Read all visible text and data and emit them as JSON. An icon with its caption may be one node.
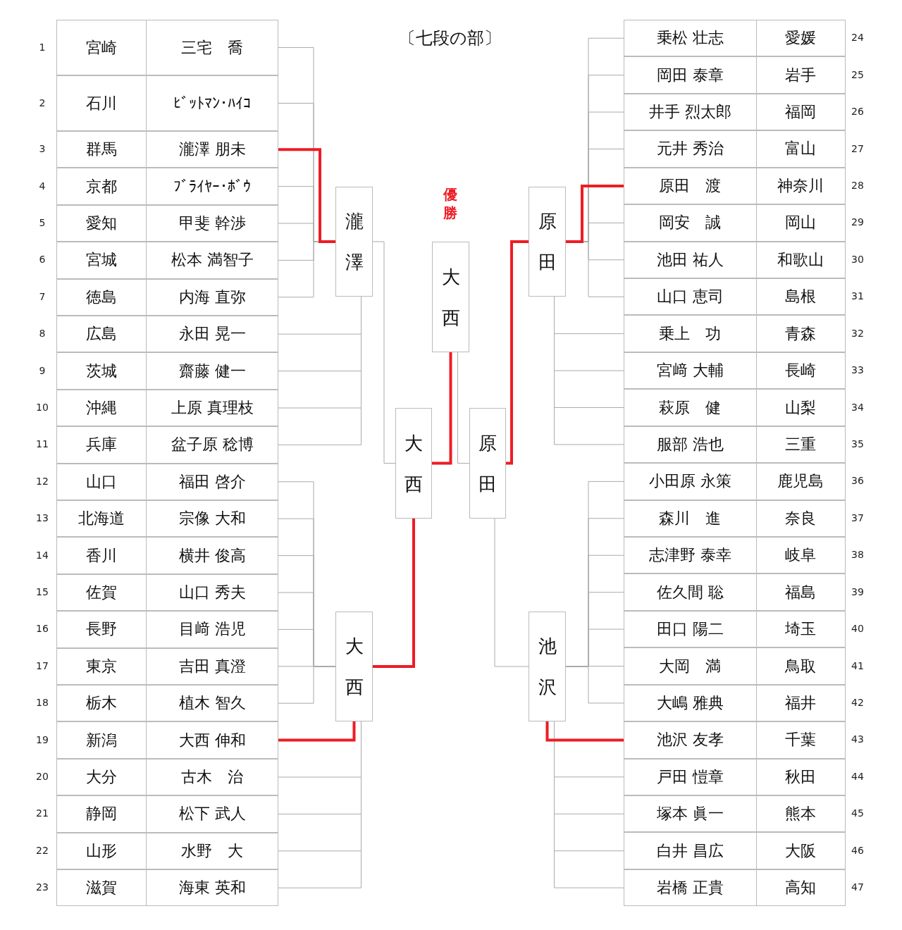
{
  "diagram": {
    "title": "〔七段の部〕",
    "nodes": [
      {
        "text": [
          "宮崎",
          "三宅　喬"
        ],
        "beside": [
          "1"
        ]
      },
      {
        "text": [
          "石川",
          "ﾋﾞｯﾄﾏﾝ･ﾊｲｺ"
        ],
        "beside": [
          "2"
        ]
      },
      {
        "text": [
          "群馬",
          "瀧澤 朋未"
        ],
        "beside": [
          "3"
        ]
      },
      {
        "text": [
          "京都",
          "ﾌﾞﾗｲﾔｰ･ﾎﾞｳ"
        ],
        "beside": [
          "4"
        ]
      },
      {
        "text": [
          "愛知",
          "甲斐 幹渉"
        ],
        "beside": [
          "5"
        ]
      },
      {
        "text": [
          "宮城",
          "松本 満智子"
        ],
        "beside": [
          "6"
        ]
      },
      {
        "text": [
          "徳島",
          "内海 直弥"
        ],
        "beside": [
          "7"
        ]
      },
      {
        "text": [
          "広島",
          "永田 晃一"
        ],
        "beside": [
          "8"
        ]
      },
      {
        "text": [
          "茨城",
          "齋藤 健一"
        ],
        "beside": [
          "9"
        ]
      },
      {
        "text": [
          "沖縄",
          "上原 真理枝"
        ],
        "beside": [
          "10"
        ]
      },
      {
        "text": [
          "兵庫",
          "盆子原 稔博"
        ],
        "beside": [
          "11"
        ]
      },
      {
        "text": [
          "山口",
          "福田 啓介"
        ],
        "beside": [
          "12"
        ]
      },
      {
        "text": [
          "北海道",
          "宗像 大和"
        ],
        "beside": [
          "13"
        ]
      },
      {
        "text": [
          "香川",
          "横井 俊高"
        ],
        "beside": [
          "14"
        ]
      },
      {
        "text": [
          "佐賀",
          "山口 秀夫"
        ],
        "beside": [
          "15"
        ]
      },
      {
        "text": [
          "長野",
          "目﨑 浩児"
        ],
        "beside": [
          "16"
        ]
      },
      {
        "text": [
          "東京",
          "吉田 真澄"
        ],
        "beside": [
          "17"
        ]
      },
      {
        "text": [
          "栃木",
          "植木 智久"
        ],
        "beside": [
          "18"
        ]
      },
      {
        "text": [
          "新潟",
          "大西 伸和"
        ],
        "beside": [
          "19"
        ]
      },
      {
        "text": [
          "大分",
          "古木　治"
        ],
        "beside": [
          "20"
        ]
      },
      {
        "text": [
          "静岡",
          "松下 武人"
        ],
        "beside": [
          "21"
        ]
      },
      {
        "text": [
          "山形",
          "水野　大"
        ],
        "beside": [
          "22"
        ]
      },
      {
        "text": [
          "滋賀",
          "海東 英和"
        ],
        "beside": [
          "23"
        ]
      },
      {
        "text": [
          "乗松 壮志",
          "愛媛"
        ],
        "beside": [
          "24"
        ]
      },
      {
        "text": [
          "岡田 泰章",
          "岩手"
        ],
        "beside": [
          "25"
        ]
      },
      {
        "text": [
          "井手 烈太郎",
          "福岡"
        ],
        "beside": [
          "26"
        ]
      },
      {
        "text": [
          "元井 秀治",
          "富山"
        ],
        "beside": [
          "27"
        ]
      },
      {
        "text": [
          "原田　渡",
          "神奈川"
        ],
        "beside": [
          "28"
        ]
      },
      {
        "text": [
          "岡安　誠",
          "岡山"
        ],
        "beside": [
          "29"
        ]
      },
      {
        "text": [
          "池田 祐人",
          "和歌山"
        ],
        "beside": [
          "30"
        ]
      },
      {
        "text": [
          "山口 恵司",
          "島根"
        ],
        "beside": [
          "31"
        ]
      },
      {
        "text": [
          "乗上　功",
          "青森"
        ],
        "beside": [
          "32"
        ]
      },
      {
        "text": [
          "宮﨑 大輔",
          "長崎"
        ],
        "beside": [
          "33"
        ]
      },
      {
        "text": [
          "萩原　健",
          "山梨"
        ],
        "beside": [
          "34"
        ]
      },
      {
        "text": [
          "服部 浩也",
          "三重"
        ],
        "beside": [
          "35"
        ]
      },
      {
        "text": [
          "小田原 永策",
          "鹿児島"
        ],
        "beside": [
          "36"
        ]
      },
      {
        "text": [
          "森川　進",
          "奈良"
        ],
        "beside": [
          "37"
        ]
      },
      {
        "text": [
          "志津野 泰幸",
          "岐阜"
        ],
        "beside": [
          "38"
        ]
      },
      {
        "text": [
          "佐久間 聡",
          "福島"
        ],
        "beside": [
          "39"
        ]
      },
      {
        "text": [
          "田口 陽二",
          "埼玉"
        ],
        "beside": [
          "40"
        ]
      },
      {
        "text": [
          "大岡　満",
          "鳥取"
        ],
        "beside": [
          "41"
        ]
      },
      {
        "text": [
          "大嶋 雅典",
          "福井"
        ],
        "beside": [
          "42"
        ]
      },
      {
        "text": [
          "池沢 友孝",
          "千葉"
        ],
        "beside": [
          "43"
        ]
      },
      {
        "text": [
          "戸田 愷章",
          "秋田"
        ],
        "beside": [
          "44"
        ]
      },
      {
        "text": [
          "塚本 眞一",
          "熊本"
        ],
        "beside": [
          "45"
        ]
      },
      {
        "text": [
          "白井 昌広",
          "大阪"
        ],
        "beside": [
          "46"
        ]
      },
      {
        "text": [
          "岩橋 正貴",
          "高知"
        ],
        "beside": [
          "47"
        ]
      },
      {
        "text": [
          "瀧澤"
        ]
      },
      {
        "text": [
          "大西"
        ]
      },
      {
        "text": [
          "原田"
        ]
      },
      {
        "text": [
          "池沢"
        ]
      },
      {
        "text": [
          "大西"
        ]
      },
      {
        "text": [
          "原田"
        ]
      },
      {
        "text": [
          "大西"
        ],
        "beside": [
          "優勝"
        ]
      }
    ],
    "edges": [
      {
        "from": 0,
        "to": 47,
        "arrow": "none"
      },
      {
        "from": 1,
        "to": 47,
        "arrow": "none"
      },
      {
        "from": 2,
        "to": 47,
        "arrow": "none",
        "style": "thick",
        "color": "#ee1c25"
      },
      {
        "from": 3,
        "to": 47,
        "arrow": "none"
      },
      {
        "from": 4,
        "to": 47,
        "arrow": "none"
      },
      {
        "from": 5,
        "to": 47,
        "arrow": "none"
      },
      {
        "from": 6,
        "to": 47,
        "arrow": "none"
      },
      {
        "from": 7,
        "to": 47,
        "arrow": "none"
      },
      {
        "from": 8,
        "to": 47,
        "arrow": "none"
      },
      {
        "from": 9,
        "to": 47,
        "arrow": "none"
      },
      {
        "from": 10,
        "to": 47,
        "arrow": "none"
      },
      {
        "from": 11,
        "to": 48,
        "arrow": "none"
      },
      {
        "from": 12,
        "to": 48,
        "arrow": "none"
      },
      {
        "from": 13,
        "to": 48,
        "arrow": "none"
      },
      {
        "from": 14,
        "to": 48,
        "arrow": "none"
      },
      {
        "from": 15,
        "to": 48,
        "arrow": "none"
      },
      {
        "from": 16,
        "to": 48,
        "arrow": "none"
      },
      {
        "from": 17,
        "to": 48,
        "arrow": "none"
      },
      {
        "from": 18,
        "to": 48,
        "arrow": "none",
        "style": "thick",
        "color": "#ee1c25"
      },
      {
        "from": 19,
        "to": 48,
        "arrow": "none"
      },
      {
        "from": 20,
        "to": 48,
        "arrow": "none"
      },
      {
        "from": 21,
        "to": 48,
        "arrow": "none"
      },
      {
        "from": 22,
        "to": 48,
        "arrow": "none"
      },
      {
        "from": 23,
        "to": 49,
        "arrow": "none"
      },
      {
        "from": 24,
        "to": 49,
        "arrow": "none"
      },
      {
        "from": 25,
        "to": 49,
        "arrow": "none"
      },
      {
        "from": 26,
        "to": 49,
        "arrow": "none"
      },
      {
        "from": 27,
        "to": 49,
        "arrow": "none",
        "style": "thick",
        "color": "#ee1c25"
      },
      {
        "from": 28,
        "to": 49,
        "arrow": "none"
      },
      {
        "from": 29,
        "to": 49,
        "arrow": "none"
      },
      {
        "from": 30,
        "to": 49,
        "arrow": "none"
      },
      {
        "from": 31,
        "to": 49,
        "arrow": "none"
      },
      {
        "from": 32,
        "to": 49,
        "arrow": "none"
      },
      {
        "from": 33,
        "to": 49,
        "arrow": "none"
      },
      {
        "from": 34,
        "to": 49,
        "arrow": "none"
      },
      {
        "from": 35,
        "to": 50,
        "arrow": "none"
      },
      {
        "from": 36,
        "to": 50,
        "arrow": "none"
      },
      {
        "from": 37,
        "to": 50,
        "arrow": "none"
      },
      {
        "from": 38,
        "to": 50,
        "arrow": "none"
      },
      {
        "from": 39,
        "to": 50,
        "arrow": "none"
      },
      {
        "from": 40,
        "to": 50,
        "arrow": "none"
      },
      {
        "from": 41,
        "to": 50,
        "arrow": "none"
      },
      {
        "from": 42,
        "to": 50,
        "arrow": "none",
        "style": "thick",
        "color": "#ee1c25"
      },
      {
        "from": 43,
        "to": 50,
        "arrow": "none"
      },
      {
        "from": 44,
        "to": 50,
        "arrow": "none"
      },
      {
        "from": 45,
        "to": 50,
        "arrow": "none"
      },
      {
        "from": 46,
        "to": 50,
        "arrow": "none"
      },
      {
        "from": 47,
        "to": 51,
        "arrow": "none"
      },
      {
        "from": 48,
        "to": 51,
        "arrow": "none",
        "style": "thick",
        "color": "#ee1c25"
      },
      {
        "from": 49,
        "to": 52,
        "arrow": "none",
        "style": "thick",
        "color": "#ee1c25"
      },
      {
        "from": 50,
        "to": 52,
        "arrow": "none"
      },
      {
        "from": 51,
        "to": 53,
        "arrow": "none",
        "style": "thick",
        "color": "#ee1c25"
      },
      {
        "from": 52,
        "to": 53,
        "arrow": "none"
      }
    ]
  }
}
